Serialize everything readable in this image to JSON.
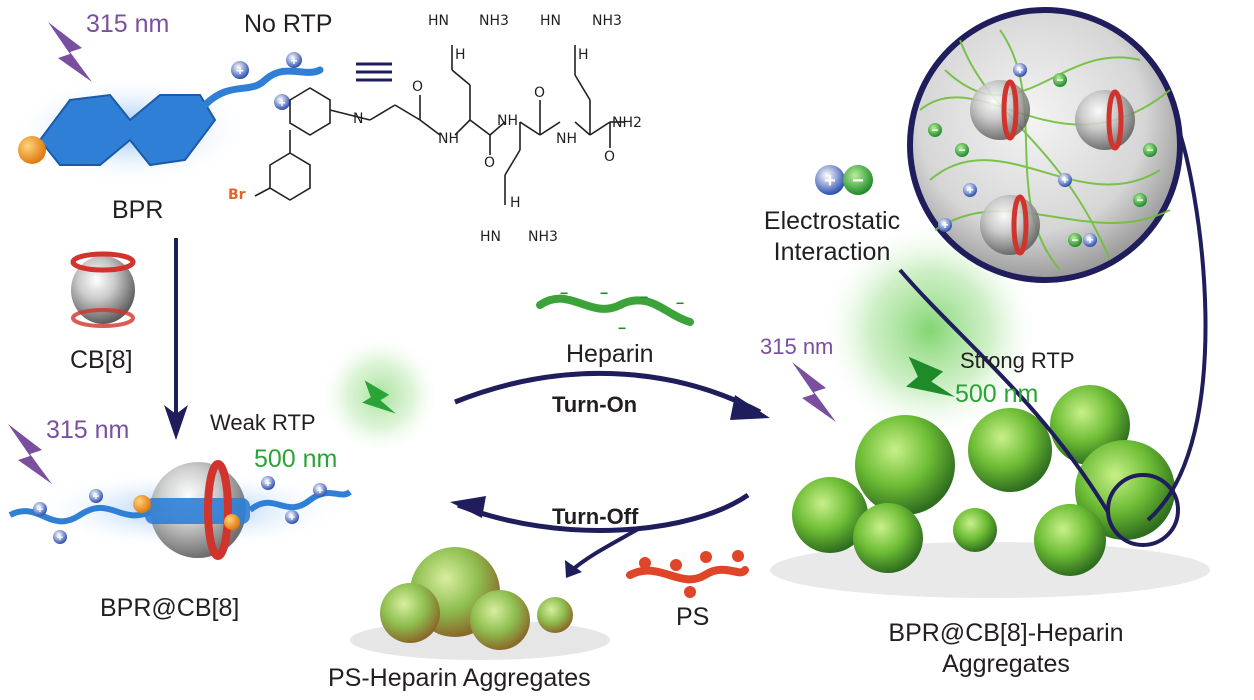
{
  "top": {
    "uv_wavelength": "315 nm",
    "no_rtp": "No RTP",
    "equiv_symbol": "≡",
    "bpr_label": "BPR"
  },
  "structure": {
    "br": "Br",
    "nh_groups": [
      "NH",
      "NH",
      "NH"
    ],
    "nh2": "NH2",
    "n_plus": "N",
    "hn_labels": [
      "HN",
      "HN",
      "HN"
    ],
    "nh3": "NH3",
    "o_labels": [
      "O",
      "O",
      "O",
      "O"
    ],
    "h_labels": [
      "H",
      "H",
      "H"
    ]
  },
  "left": {
    "cb8_label": "CB[8]",
    "uv_wavelength": "315 nm",
    "complex_label": "BPR@CB[8]"
  },
  "middle": {
    "weak_rtp": "Weak RTP",
    "weak_wavelength": "500 nm",
    "heparin_label": "Heparin",
    "turn_on": "Turn-On",
    "turn_off": "Turn-Off",
    "ps_label": "PS",
    "ps_aggregates": "PS-Heparin Aggregates"
  },
  "right": {
    "uv_wavelength": "315 nm",
    "strong_rtp": "Strong RTP",
    "strong_wavelength": "500 nm",
    "electrostatic_line1": "Electrostatic",
    "electrostatic_line2": "Interaction",
    "aggregates_line1": "BPR@CB[8]-Heparin",
    "aggregates_line2": "Aggregates"
  },
  "colors": {
    "uv_purple": "#7b4fa0",
    "rtp_green": "#2aa437",
    "arrow_navy": "#1f1d5c",
    "bpr_blue": "#2f7fd6",
    "cb_red": "#d0342c",
    "heparin_green": "#3ca33b",
    "ps_red": "#e0452a"
  }
}
